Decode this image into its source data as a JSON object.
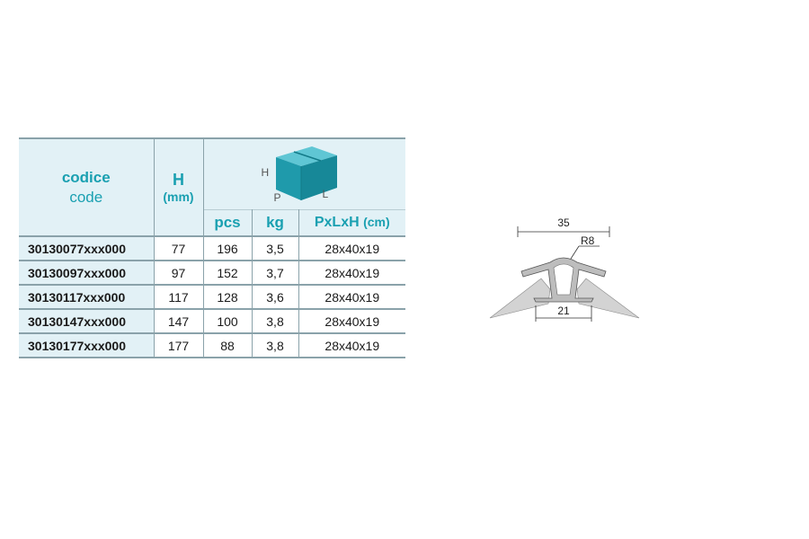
{
  "table": {
    "header": {
      "code_it": "codice",
      "code_en": "code",
      "h_label": "H",
      "h_unit": "(mm)",
      "box_labels": {
        "h": "H",
        "p": "P",
        "l": "L"
      },
      "pcs": "pcs",
      "kg": "kg",
      "dims": "PxLxH",
      "dims_unit": "(cm)"
    },
    "rows": [
      {
        "code": "30130077xxx000",
        "h": "77",
        "pcs": "196",
        "kg": "3,5",
        "dims": "28x40x19"
      },
      {
        "code": "30130097xxx000",
        "h": "97",
        "pcs": "152",
        "kg": "3,7",
        "dims": "28x40x19"
      },
      {
        "code": "30130117xxx000",
        "h": "117",
        "pcs": "128",
        "kg": "3,6",
        "dims": "28x40x19"
      },
      {
        "code": "30130147xxx000",
        "h": "147",
        "pcs": "100",
        "kg": "3,8",
        "dims": "28x40x19"
      },
      {
        "code": "30130177xxx000",
        "h": "177",
        "pcs": "88",
        "kg": "3,8",
        "dims": "28x40x19"
      }
    ]
  },
  "drawing": {
    "dim_top": "35",
    "radius": "R8",
    "dim_bottom": "21"
  },
  "colors": {
    "accent": "#1aa0b1",
    "header_bg": "#e2f1f6",
    "box": "#1f9aab"
  }
}
